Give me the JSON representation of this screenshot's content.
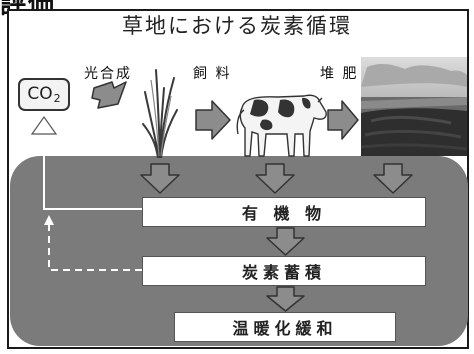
{
  "top_heading": "評価",
  "title": "草地における炭素循環",
  "co2": {
    "main": "CO",
    "sub": "2"
  },
  "process_labels": {
    "photosynthesis": "光合成",
    "feed": "飼 料",
    "manure": "堆 肥"
  },
  "boxes": {
    "organic_matter": "有 機 物",
    "carbon_storage": "炭素蓄積",
    "mitigation": "温暖化緩和"
  },
  "colors": {
    "panel": "#7b7b7b",
    "arrow_fill": "#8c8c8c",
    "box_fill": "#ffffff"
  },
  "icons": [
    "grass-icon",
    "cow-icon",
    "compost-field-icon"
  ]
}
